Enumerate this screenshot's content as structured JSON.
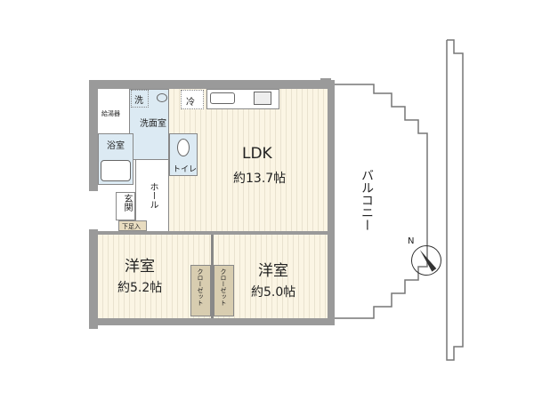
{
  "rooms": {
    "ldk": {
      "name": "LDK",
      "size": "約13.7帖"
    },
    "western_left": {
      "name": "洋室",
      "size": "約5.2帖"
    },
    "western_right": {
      "name": "洋室",
      "size": "約5.0帖"
    },
    "washroom": "洗面室",
    "bath": "浴室",
    "toilet": "トイレ",
    "hall": "ホール",
    "entrance": "玄関",
    "shoe_box": "下足入",
    "closet_left": "クローゼット",
    "closet_right": "クローゼット",
    "balcony": "バルコニー",
    "water_heater": "給湯器",
    "washer": "洗",
    "fridge": "冷"
  },
  "compass": {
    "label": "N"
  },
  "colors": {
    "wall": "#9a9a9a",
    "floor": "#fbf5e4",
    "wet": "#dceaf3",
    "closet": "#d8cdb0"
  }
}
